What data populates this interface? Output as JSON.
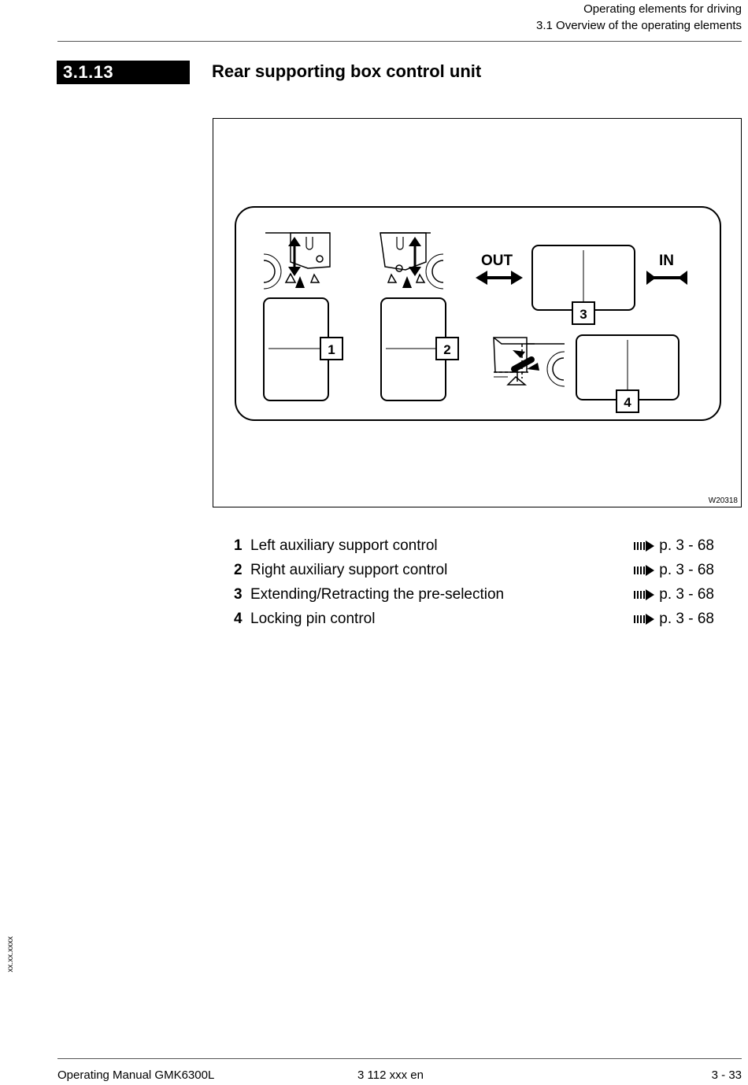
{
  "header": {
    "chapter": "Operating elements for driving",
    "section": "3.1 Overview of the operating elements"
  },
  "section": {
    "number": "3.1.13",
    "title": "Rear supporting box control unit"
  },
  "figure": {
    "id": "W20318",
    "label_out": "OUT",
    "label_in": "IN",
    "switch_numbers": [
      "1",
      "2",
      "3",
      "4"
    ],
    "icons": [
      "left-outrigger-jack-symbol",
      "right-outrigger-jack-symbol",
      "double-arrow-out-icon",
      "retract-in-icon",
      "locking-pin-symbol"
    ]
  },
  "legend": [
    {
      "num": "1",
      "label": "Left auxiliary support control",
      "ref": "p. 3 - 68"
    },
    {
      "num": "2",
      "label": "Right auxiliary support control",
      "ref": "p. 3 - 68"
    },
    {
      "num": "3",
      "label": "Extending/Retracting the pre-selection",
      "ref": "p. 3 - 68"
    },
    {
      "num": "4",
      "label": "Locking pin control",
      "ref": "p. 3 - 68"
    }
  ],
  "margin_code": "xx.xx.xxxx",
  "footer": {
    "manual": "Operating Manual GMK6300L",
    "doc_number": "3 112 xxx en",
    "page": "3 - 33"
  }
}
